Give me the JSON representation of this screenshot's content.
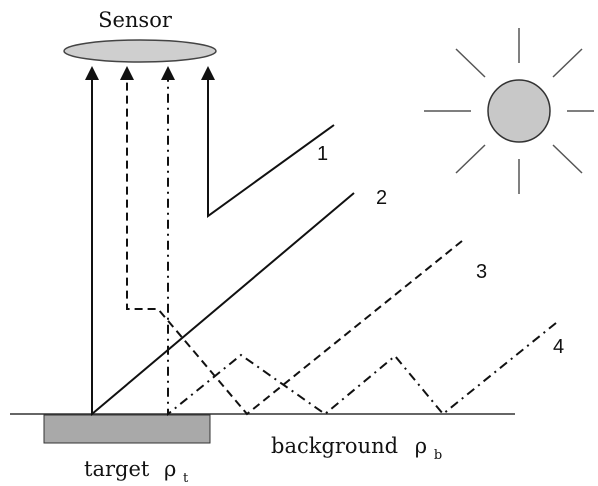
{
  "labels": {
    "sensor": "Sensor",
    "path_1": "1",
    "path_2": "2",
    "path_3": "3",
    "path_4": "4",
    "target": "target",
    "target_rho": "ρ",
    "target_sub": "t",
    "background": "background",
    "background_rho": "ρ",
    "background_sub": "b"
  },
  "colors": {
    "sensor_fill": "#cfcfcf",
    "sun_fill": "#c8c8c8",
    "target_fill": "#a9a9a9",
    "line": "#111111"
  },
  "icons": {
    "sun": "sun-icon"
  }
}
